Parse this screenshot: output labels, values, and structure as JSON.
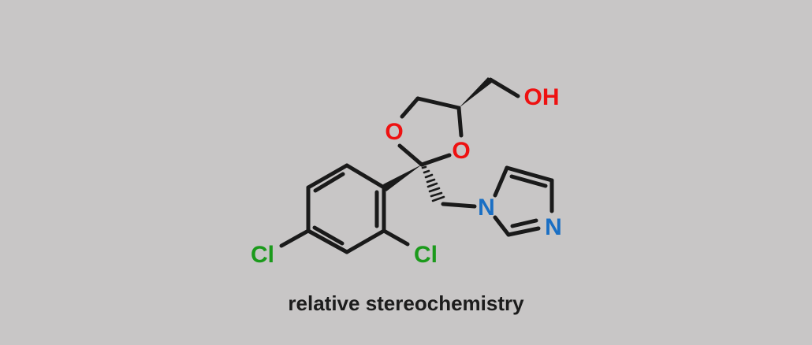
{
  "colors": {
    "background": "#c8c6c6",
    "bond": "#1a1a1a",
    "oxygen": "#ee1111",
    "nitrogen": "#1a6fc4",
    "chlorine": "#1b9a1b"
  },
  "atoms": {
    "o_ring_left": "O",
    "o_ring_right": "O",
    "oh": "OH",
    "n_imidazole_1": "N",
    "n_imidazole_3": "N",
    "cl_para": "Cl",
    "cl_ortho": "Cl"
  },
  "caption": "relative stereochemistry"
}
